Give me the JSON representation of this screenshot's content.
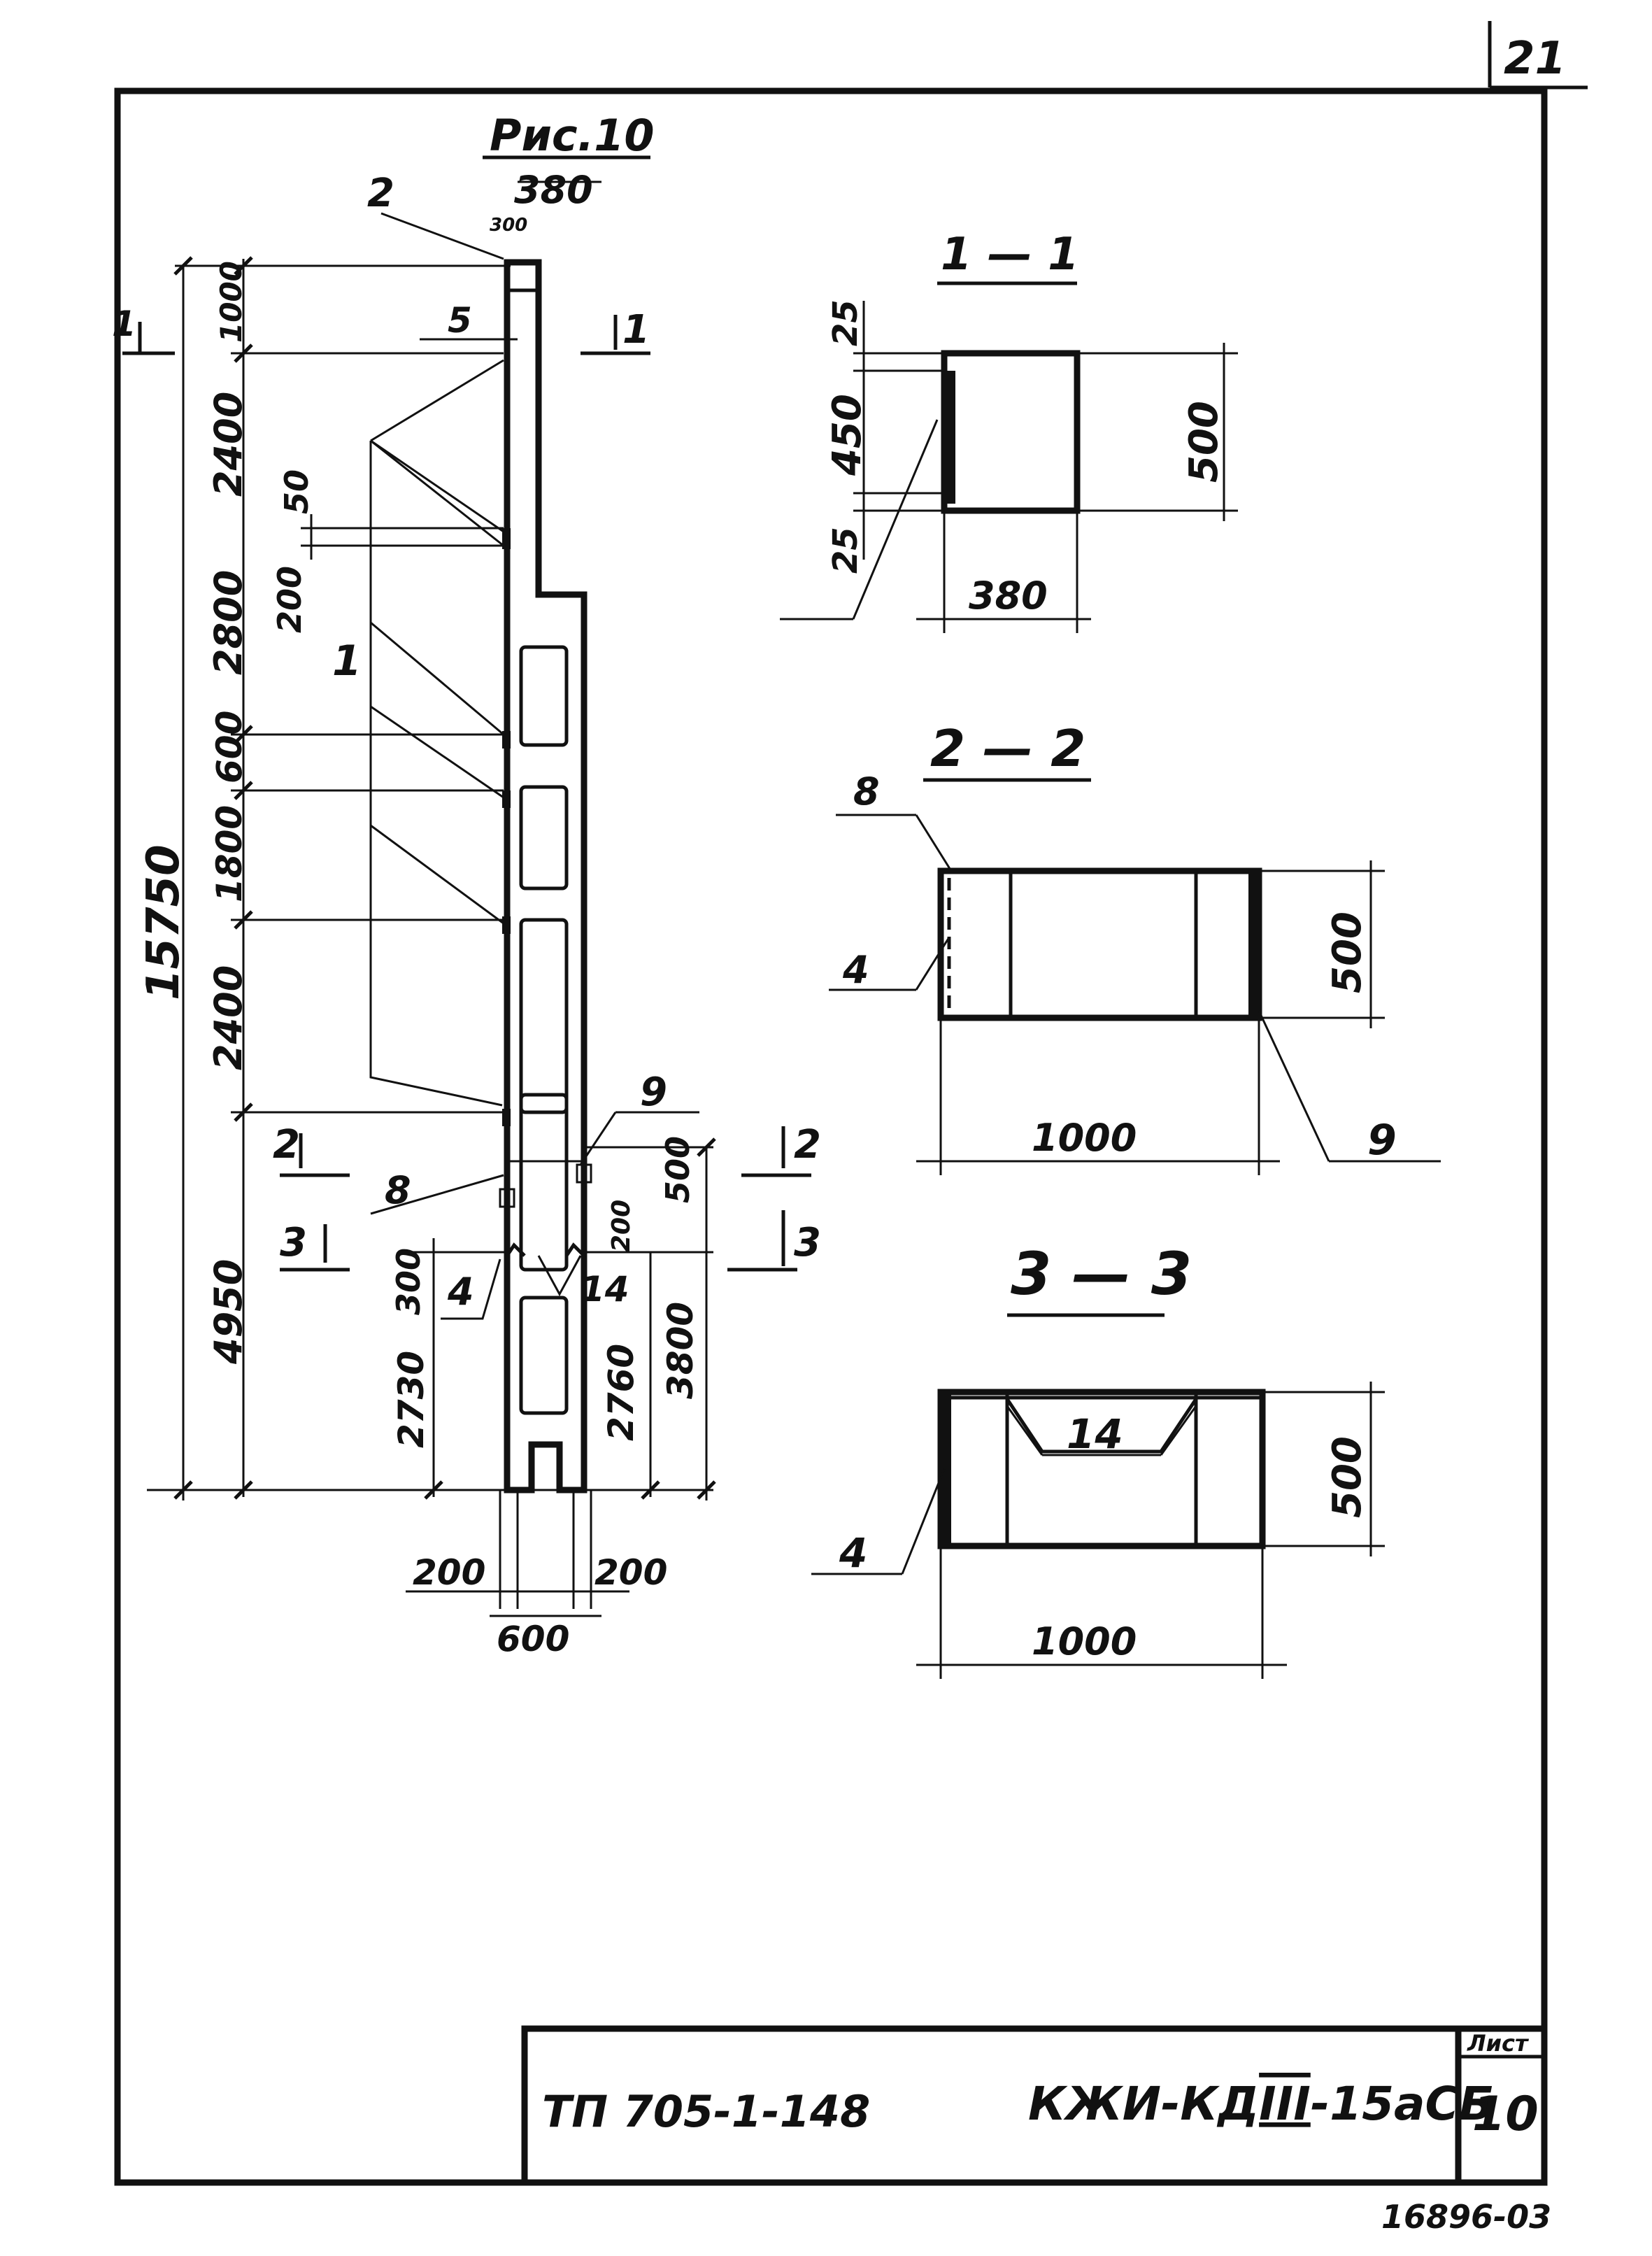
{
  "sheet_number": "21",
  "figure_title": "Рис.10",
  "elevation": {
    "top_width": "380",
    "small_dim": "300",
    "left_dims": [
      "1000",
      "2400",
      "50",
      "200",
      "2800",
      "600",
      "1800",
      "2400",
      "4950",
      "300",
      "2730"
    ],
    "total_height": "15750",
    "right_dims": [
      "500",
      "200",
      "2760",
      "3800"
    ],
    "bottom_dims": [
      "200",
      "200",
      "600"
    ],
    "callouts": [
      "2",
      "5",
      "1",
      "8",
      "4",
      "9",
      "14"
    ],
    "section_marks": [
      {
        "id": "1",
        "label_left": "1",
        "label_right": "1"
      },
      {
        "id": "2",
        "label_left": "2",
        "label_right": "2"
      },
      {
        "id": "3",
        "label_left": "3",
        "label_right": "3"
      }
    ]
  },
  "section_1": {
    "title": "1 — 1",
    "dims": [
      "25",
      "450",
      "25",
      "500",
      "380"
    ]
  },
  "section_2": {
    "title": "2 — 2",
    "dims": [
      "500",
      "1000"
    ],
    "callouts": [
      "8",
      "4",
      "9"
    ]
  },
  "section_3": {
    "title": "3 — 3",
    "dims": [
      "500",
      "1000"
    ],
    "callouts": [
      "14",
      "4"
    ]
  },
  "title_block": {
    "project_code": "ТП 705-1-148",
    "drawing_code": "КЖИ-КД",
    "drawing_code_roman": "III",
    "drawing_code_suffix": "-15аСБ",
    "sheet_label": "Лист",
    "sheet_value": "10"
  },
  "archive_number": "16896-03"
}
